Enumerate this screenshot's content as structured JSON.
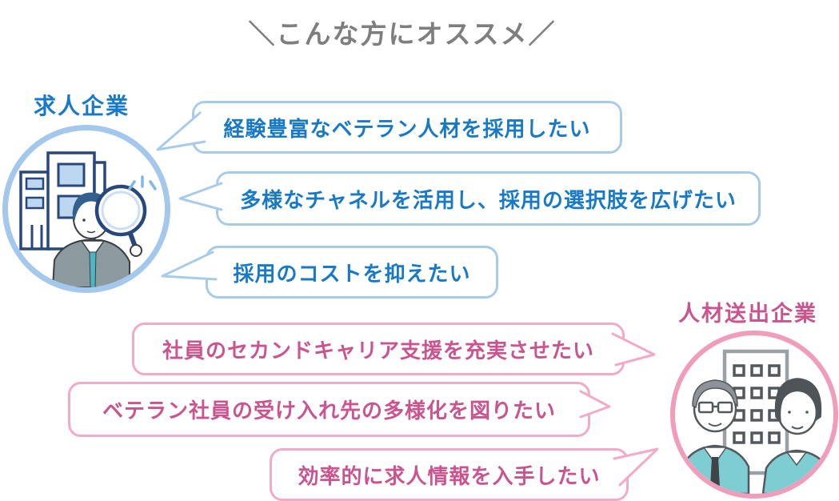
{
  "title": "＼こんな方にオススメ／",
  "colors": {
    "title_gray": "#7e7e7e",
    "blue_text": "#1879c6",
    "blue_bubble_border": "#a8cbea",
    "blue_circle_border": "#a3c8ec",
    "pink_text": "#c9548e",
    "pink_bubble_border": "#f2aac6",
    "pink_circle_border": "#f09dbc",
    "illustration_teal": "#6fc6cd",
    "illustration_navy": "#27477d"
  },
  "recruiting_company": {
    "label": "求人企業",
    "icon": "businessman-with-magnifier-and-building-illustration",
    "bubbles": [
      "経験豊富なベテラン人材を採用したい",
      "多様なチャネルを活用し、採用の選択肢を広げたい",
      "採用のコストを抑えたい"
    ]
  },
  "sending_company": {
    "label": "人材送出企業",
    "icon": "senior-man-and-woman-with-building-illustration",
    "bubbles": [
      "社員のセカンドキャリア支援を充実させたい",
      "ベテラン社員の受け入れ先の多様化を図りたい",
      "効率的に求人情報を入手したい"
    ]
  }
}
